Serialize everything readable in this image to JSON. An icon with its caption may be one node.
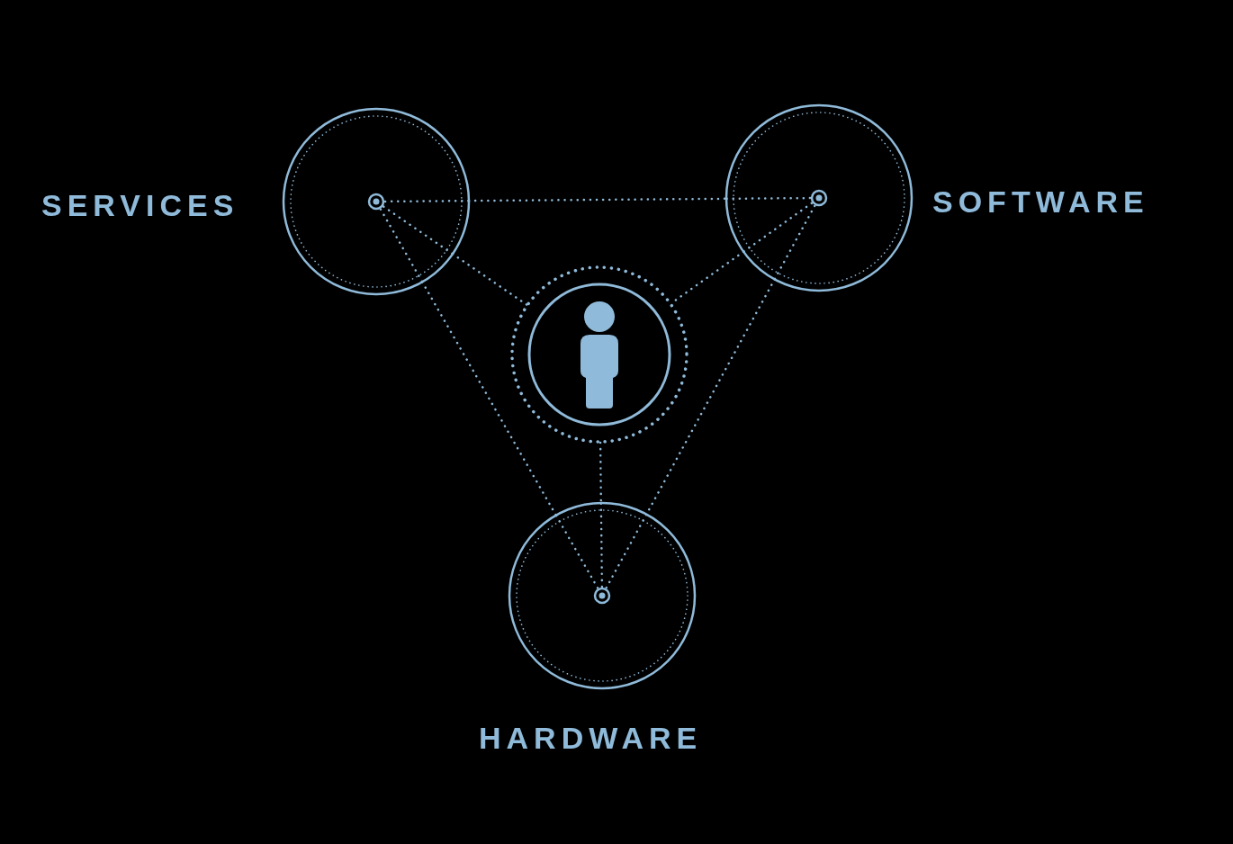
{
  "diagram": {
    "nodes": [
      {
        "text": [
          "SERVICES"
        ]
      },
      {
        "text": [
          "SOFTWARE"
        ]
      },
      {
        "text": [],
        "shape": "circle"
      },
      {
        "text": [
          "HARDWARE"
        ]
      }
    ],
    "edges": [
      {
        "from": 0,
        "to": 1,
        "arrow": "none",
        "style": "dashed"
      },
      {
        "from": 0,
        "to": 2,
        "arrow": "none",
        "style": "dashed"
      },
      {
        "from": 1,
        "to": 2,
        "arrow": "none",
        "style": "dashed"
      },
      {
        "from": 0,
        "to": 3,
        "arrow": "none",
        "style": "dashed"
      },
      {
        "from": 1,
        "to": 3,
        "arrow": "none",
        "style": "dashed"
      },
      {
        "from": 2,
        "to": 3,
        "arrow": "none",
        "style": "dashed"
      }
    ]
  }
}
